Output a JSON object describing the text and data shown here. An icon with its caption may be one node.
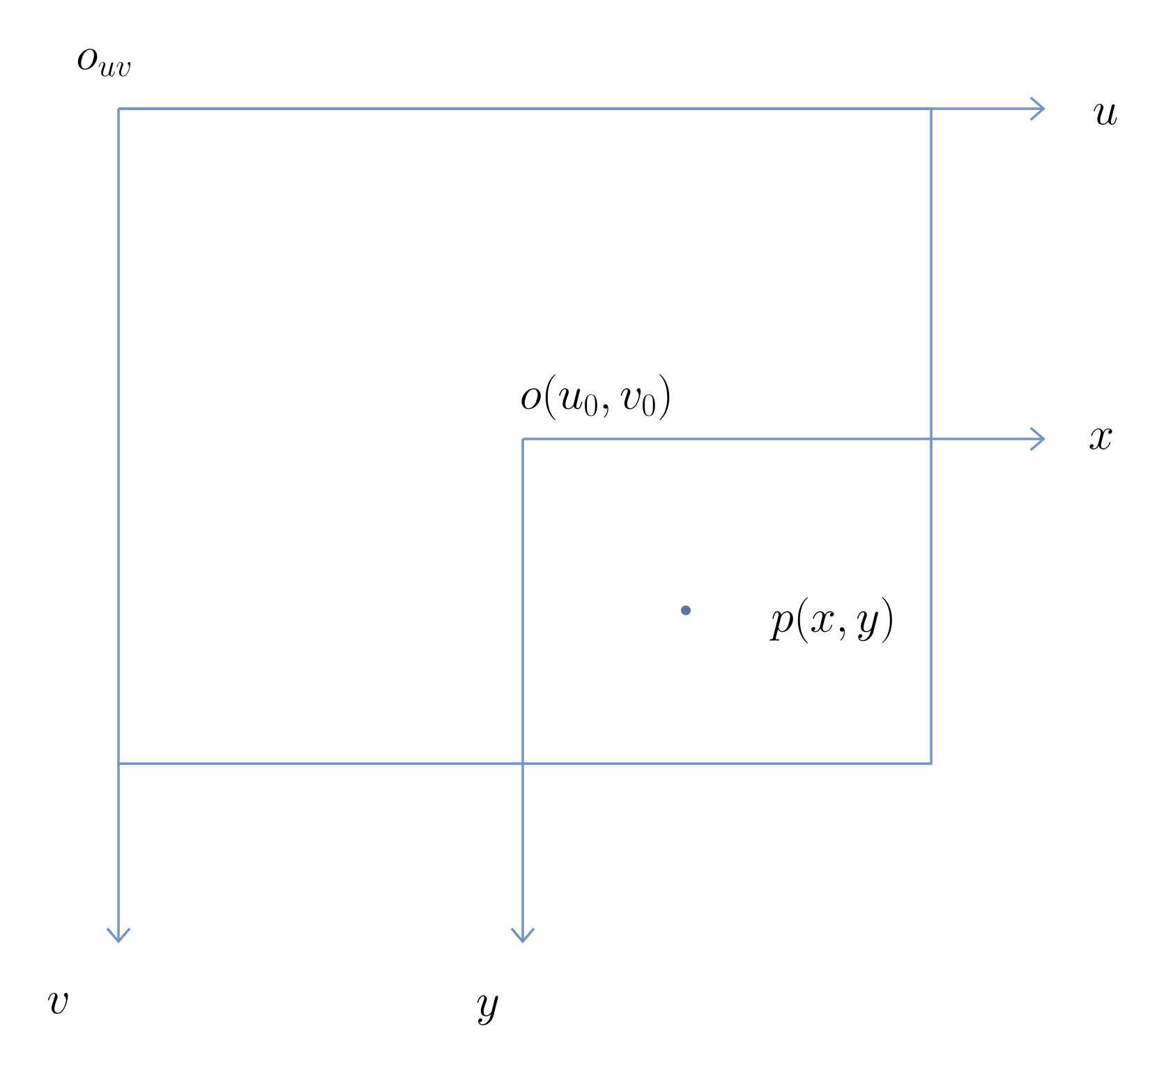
{
  "diagram": {
    "labels": [
      "o_{uv}",
      "u",
      "o(u_0,v_0)",
      "x",
      "p(x,y)",
      "v",
      "y"
    ]
  }
}
